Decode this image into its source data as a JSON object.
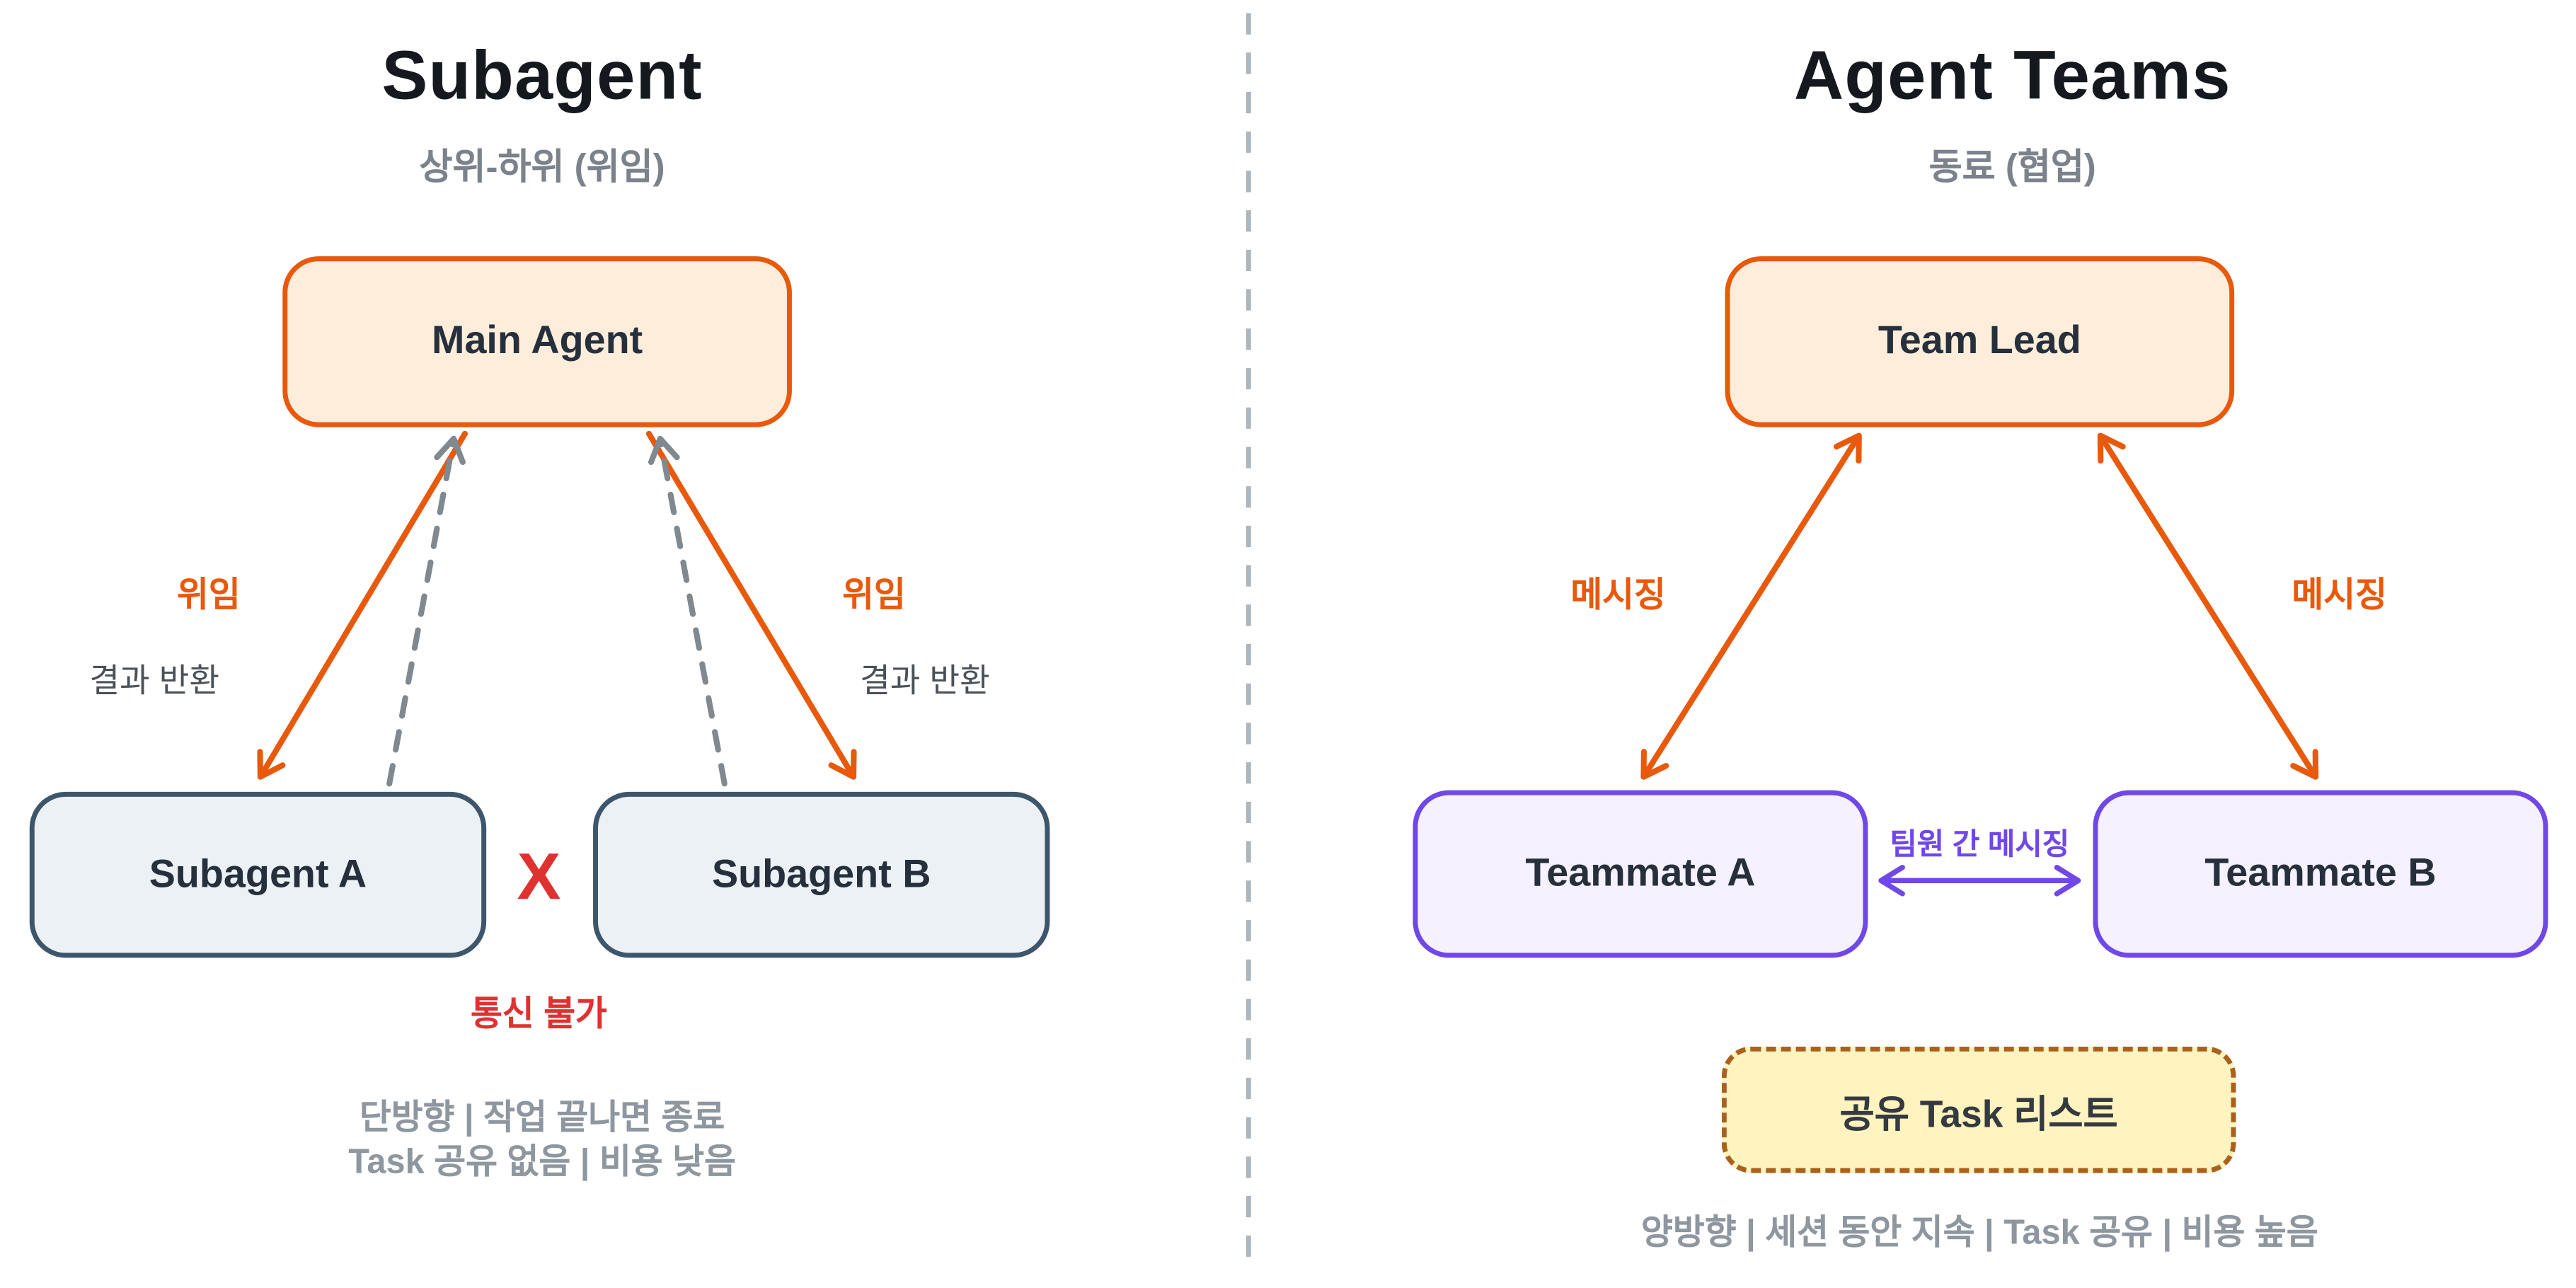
{
  "left": {
    "title": "Subagent",
    "subtitle": "상위-하위 (위임)",
    "main_agent_label": "Main Agent",
    "subagent_a_label": "Subagent A",
    "subagent_b_label": "Subagent B",
    "delegate_label_left": "위임",
    "delegate_label_right": "위임",
    "return_label_left": "결과 반환",
    "return_label_right": "결과 반환",
    "x_mark": "X",
    "no_comm_label": "통신 불가",
    "footer_line1": "단방향 | 작업 끝나면 종료",
    "footer_line2": "Task 공유 없음 | 비용 낮음"
  },
  "right": {
    "title": "Agent Teams",
    "subtitle": "동료 (협업)",
    "team_lead_label": "Team Lead",
    "teammate_a_label": "Teammate A",
    "teammate_b_label": "Teammate B",
    "messaging_label_left": "메시징",
    "messaging_label_right": "메시징",
    "peer_messaging_label": "팀원 간 메시징",
    "shared_task_label": "공유 Task 리스트",
    "footer": "양방향 | 세션 동안 지속 | Task 공유 | 비용 높음"
  },
  "colors": {
    "accent_orange": "#E8590C",
    "slate_border": "#3E566C",
    "purple": "#7048E8",
    "red": "#E03131",
    "gray_dashed": "#808890",
    "orange_fill": "#FFEDDB",
    "slate_fill": "#ECF1F5",
    "purple_fill": "#F5F1FF",
    "task_fill": "#FFF3BF",
    "task_border": "#A9621E",
    "muted_text": "#8E979F"
  }
}
